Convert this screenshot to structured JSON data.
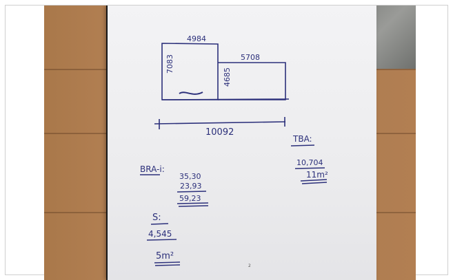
{
  "photo": {
    "caption": "Hand-drawn floor plan sketch with area calculations on a sheet of paper in a binder",
    "dimensions": {
      "top_width": "4984",
      "left_height": "7083",
      "right_width": "5708",
      "inner_height": "4685",
      "total_width": "10092"
    },
    "bra_block": {
      "label": "BRA-i:",
      "line1": "35,30",
      "line2": "23,93",
      "sum": "59,23"
    },
    "s_block": {
      "label": "S:",
      "value": "4,545",
      "unit_value": "5m²"
    },
    "tba_block": {
      "label": "TBA:",
      "value": "10,704",
      "unit_value": "11m²"
    },
    "page_number": "2"
  },
  "colors": {
    "ink": "#2b2f7a",
    "paper": "#eeeef0",
    "wood": "#b07d50"
  }
}
